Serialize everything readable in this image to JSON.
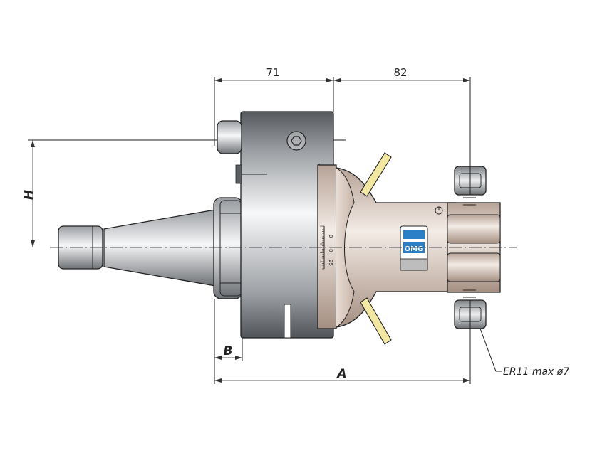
{
  "drawing": {
    "dim_top_left": "71",
    "dim_top_right": "82",
    "dim_height_label": "H",
    "dim_b_label": "B",
    "dim_a_label": "A",
    "collet_callout": "ER11 max ø7",
    "scale_marks": [
      "0",
      "0",
      "25"
    ],
    "brand_logo": "OMG"
  },
  "colors": {
    "steel_dark": "#8f9296",
    "steel_light": "#f4f5f6",
    "bronze": "#d9c9bf",
    "bronze_dark": "#a99488",
    "lever": "#f3e8a1",
    "logo_blue": "#2a7fc7"
  }
}
